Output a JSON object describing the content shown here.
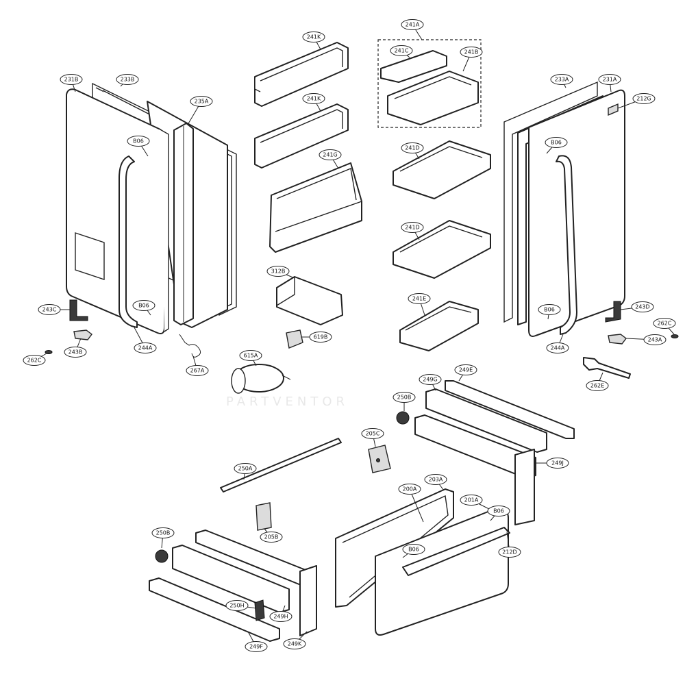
{
  "diagram": {
    "watermark": "PARTVENTOR",
    "labels": {
      "l231B": "231B",
      "l233B": "233B",
      "l235A": "235A",
      "lB06a": "B06",
      "lB06b": "B06",
      "l243C": "243C",
      "l243B": "243B",
      "l262Ca": "262C",
      "l244Aa": "244A",
      "l267A": "267A",
      "l241Ka": "241K",
      "l241Kb": "241K",
      "l241G": "241G",
      "l312B": "312B",
      "l619B": "619B",
      "l615A": "615A",
      "l241A": "241A",
      "l241C": "241C",
      "l241B": "241B",
      "l241Da": "241D",
      "l241Db": "241D",
      "l241E": "241E",
      "l233A": "233A",
      "l231A": "231A",
      "l212G": "212G",
      "lB06c": "B06",
      "lB06d": "B06",
      "l243D": "243D",
      "l262Cb": "262C",
      "l243A": "243A",
      "l244Ab": "244A",
      "l262E": "262E",
      "l249E": "249E",
      "l249G": "249G",
      "l250Ba": "250B",
      "l249J": "249J",
      "l205C": "205C",
      "l250A": "250A",
      "l205B": "205B",
      "l200A": "200A",
      "l203A": "203A",
      "l201A": "201A",
      "lB06e": "B06",
      "lB06f": "B06",
      "l212D": "212D",
      "l250Bb": "250B",
      "l250H": "250H",
      "l249H": "249H",
      "l249F": "249F",
      "l249K": "249K"
    }
  }
}
